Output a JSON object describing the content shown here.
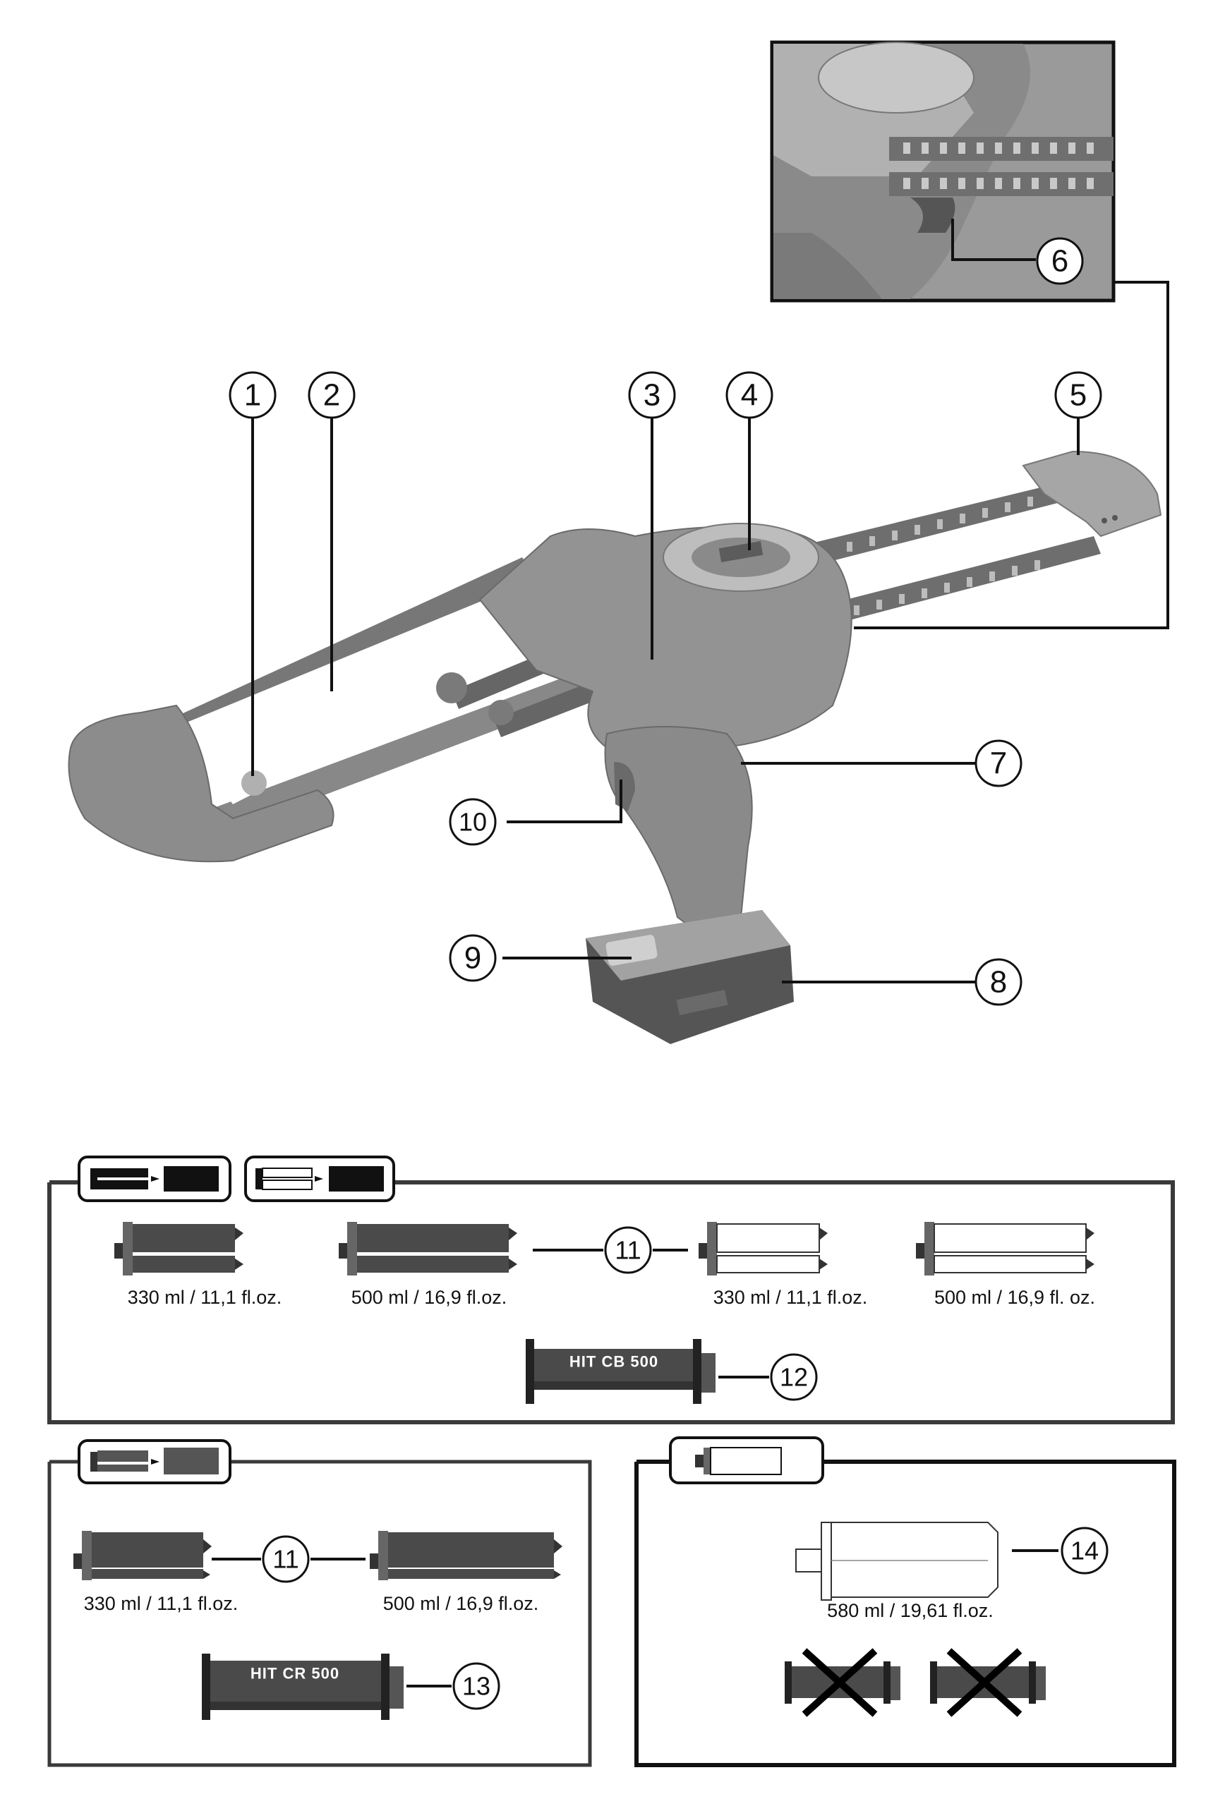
{
  "callouts": {
    "c1": "1",
    "c2": "2",
    "c3": "3",
    "c4": "4",
    "c5": "5",
    "c6": "6",
    "c7": "7",
    "c8": "8",
    "c9": "9",
    "c10": "10",
    "c11": "11",
    "c12": "12",
    "c13": "13",
    "c14": "14"
  },
  "section_top": {
    "captions": [
      "330 ml / 11,1 fl.oz.",
      "500 ml / 16,9 fl.oz.",
      "330 ml / 11,1 fl.oz.",
      "500 ml / 16,9 fl. oz."
    ],
    "holder_label": "HIT CB 500"
  },
  "section_bottom_left": {
    "captions": [
      "330 ml / 11,1 fl.oz.",
      "500 ml / 16,9 fl.oz."
    ],
    "holder_label": "HIT CR 500"
  },
  "section_bottom_right": {
    "caption": "580 ml / 19,61 fl.oz."
  },
  "colors": {
    "tool_body": "#8f8f8f",
    "tool_dark": "#5e5e5e",
    "cartridge_dark": "#4a4a4a",
    "frame": "#3a3a3a"
  }
}
